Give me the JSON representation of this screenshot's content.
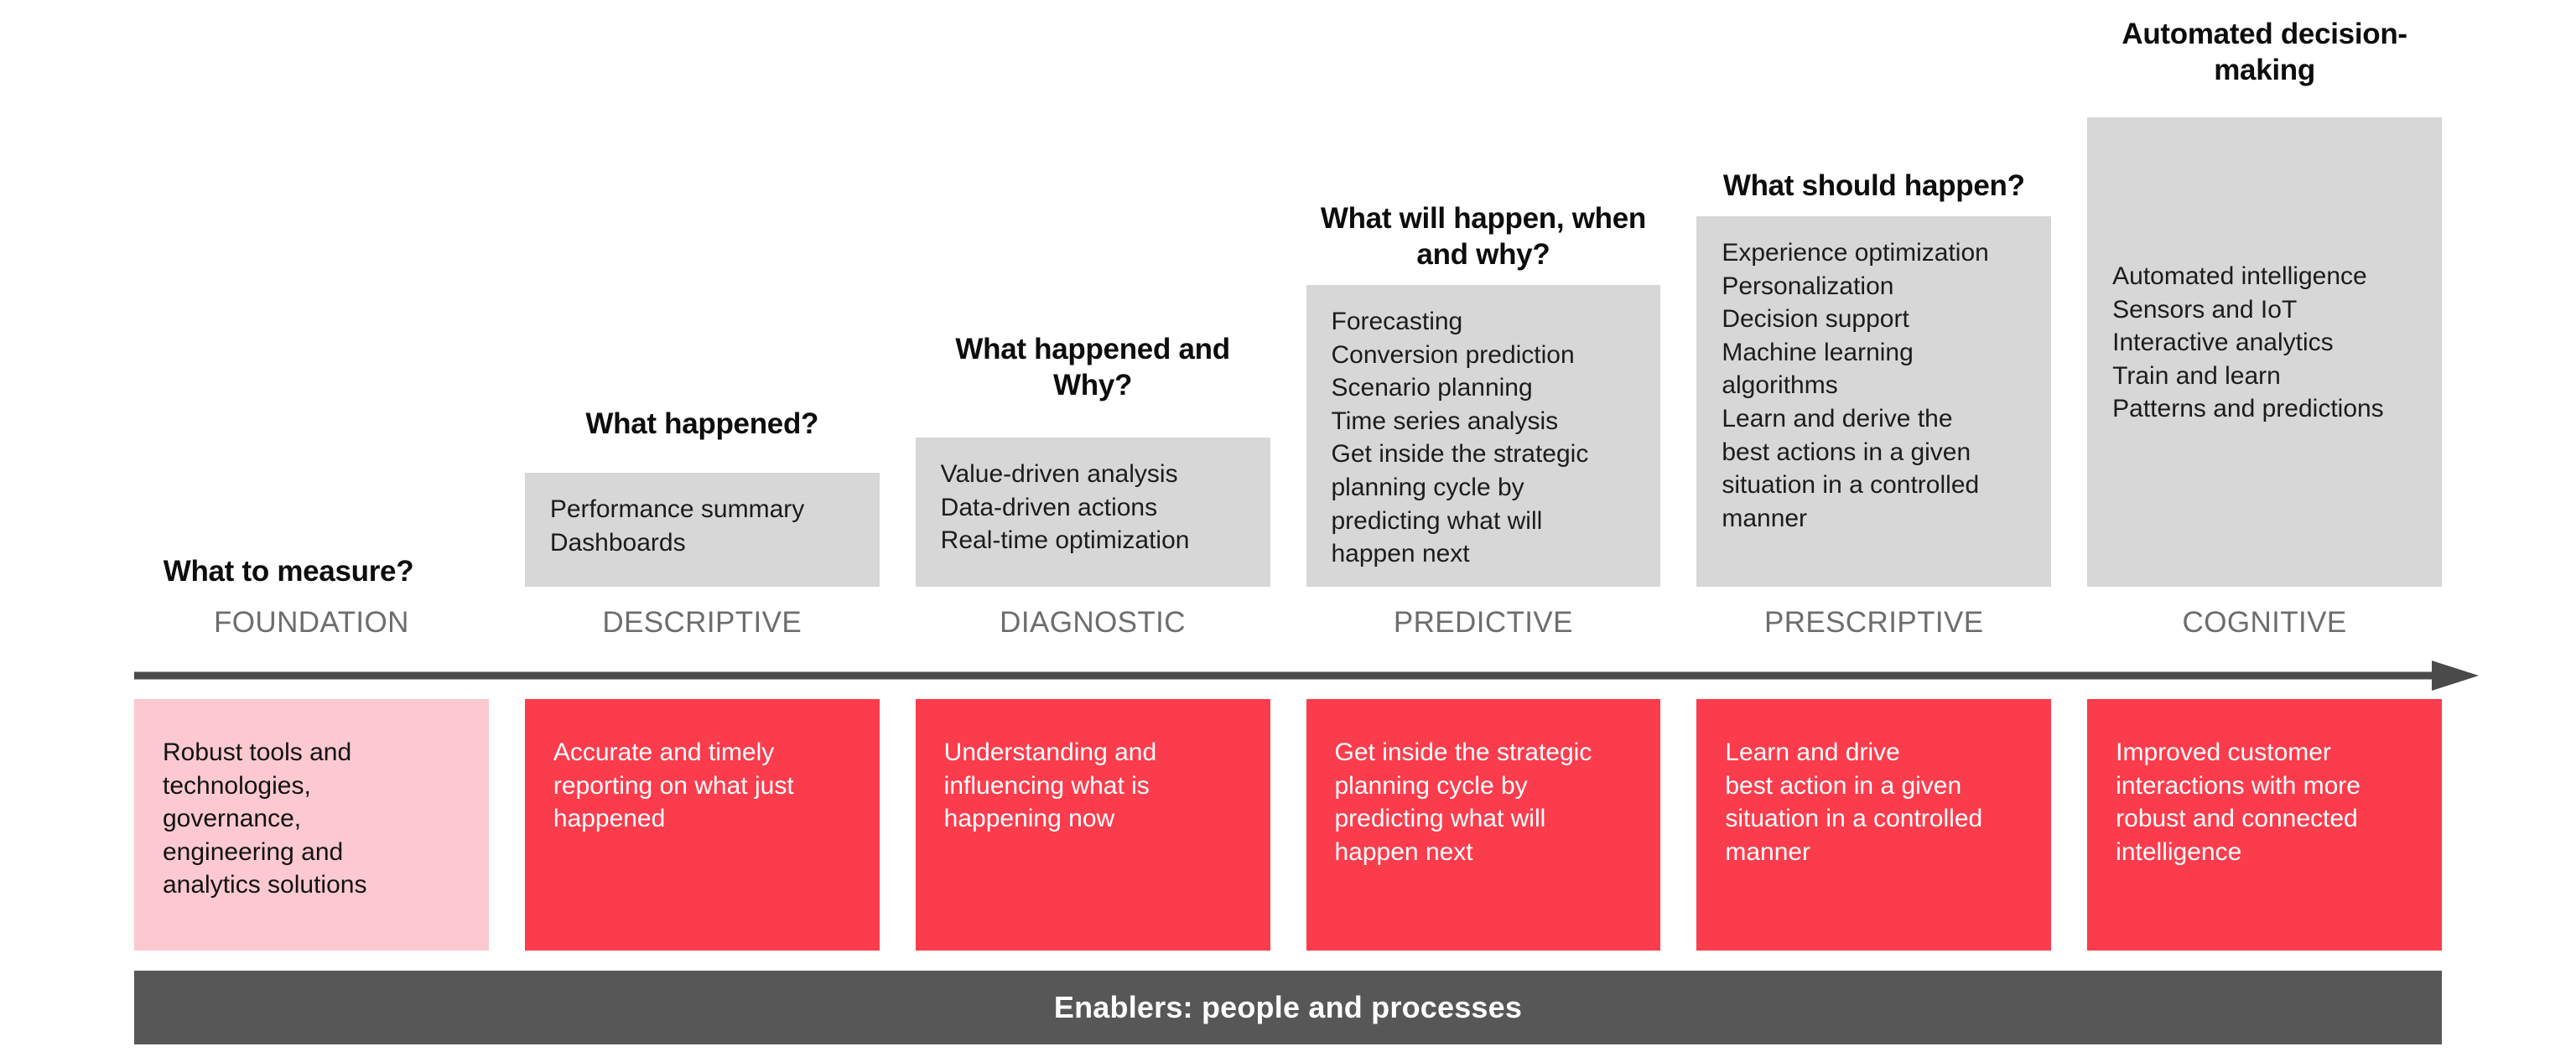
{
  "diagram": {
    "title_hidden": "",
    "colors": {
      "red": "#fa3c4c",
      "pink": "#fbc9cf",
      "grey_card": "#d7d7d7",
      "stage_label": "#6d6d6d",
      "axis": "#4a4a4a",
      "enablers_bar": "#575757",
      "text_dark": "#0d0d0d",
      "text_light": "#ffffff"
    },
    "stages": [
      {
        "key": "foundation",
        "label": "FOUNDATION",
        "question": "What to measure?",
        "has_capability_card": false,
        "capabilities": [],
        "outcome": "Robust tools and\ntechnologies,\ngovernance,\nengineering and\nanalytics solutions",
        "outcome_style": "pink"
      },
      {
        "key": "descriptive",
        "label": "DESCRIPTIVE",
        "question": "What happened?",
        "has_capability_card": true,
        "capabilities": [
          "Performance summary",
          "Dashboards"
        ],
        "outcome": "Accurate and timely\nreporting on what just\nhappened",
        "outcome_style": "red"
      },
      {
        "key": "diagnostic",
        "label": "DIAGNOSTIC",
        "question": "What happened\nand Why?",
        "has_capability_card": true,
        "capabilities": [
          "Value-driven analysis",
          "Data-driven actions",
          "Real-time optimization"
        ],
        "outcome": "Understanding and\ninfluencing what is\nhappening now",
        "outcome_style": "red"
      },
      {
        "key": "predictive",
        "label": "PREDICTIVE",
        "question": "What will happen,\nwhen and why?",
        "has_capability_card": true,
        "capabilities": [
          "Forecasting",
          "Conversion prediction",
          "Scenario planning",
          "Time series analysis",
          "Get inside the strategic\nplanning cycle by\npredicting what will\nhappen next"
        ],
        "outcome": "Get inside the strategic\nplanning cycle by\npredicting what will\nhappen next",
        "outcome_style": "red"
      },
      {
        "key": "prescriptive",
        "label": "PRESCRIPTIVE",
        "question": "What should\nhappen?",
        "has_capability_card": true,
        "capabilities": [
          "Experience optimization",
          "Personalization",
          "Decision support",
          "Machine learning\nalgorithms",
          "Learn and derive the\nbest actions in a given\nsituation in a controlled\nmanner"
        ],
        "outcome": "Learn and drive\nbest action in a given\nsituation in a controlled\nmanner",
        "outcome_style": "red"
      },
      {
        "key": "cognitive",
        "label": "COGNITIVE",
        "question": "Automated\ndecision-making",
        "has_capability_card": true,
        "capabilities": [
          "Automated intelligence",
          "Sensors and IoT",
          "Interactive analytics",
          "Train and learn",
          "Patterns and predictions"
        ],
        "outcome": "Improved customer\ninteractions with more\nrobust and connected\nintelligence",
        "outcome_style": "red"
      }
    ],
    "axis": {
      "name": "maturity-progression-arrow",
      "direction": "left-to-right"
    },
    "enablers": {
      "text": "Enablers: people and processes"
    }
  }
}
